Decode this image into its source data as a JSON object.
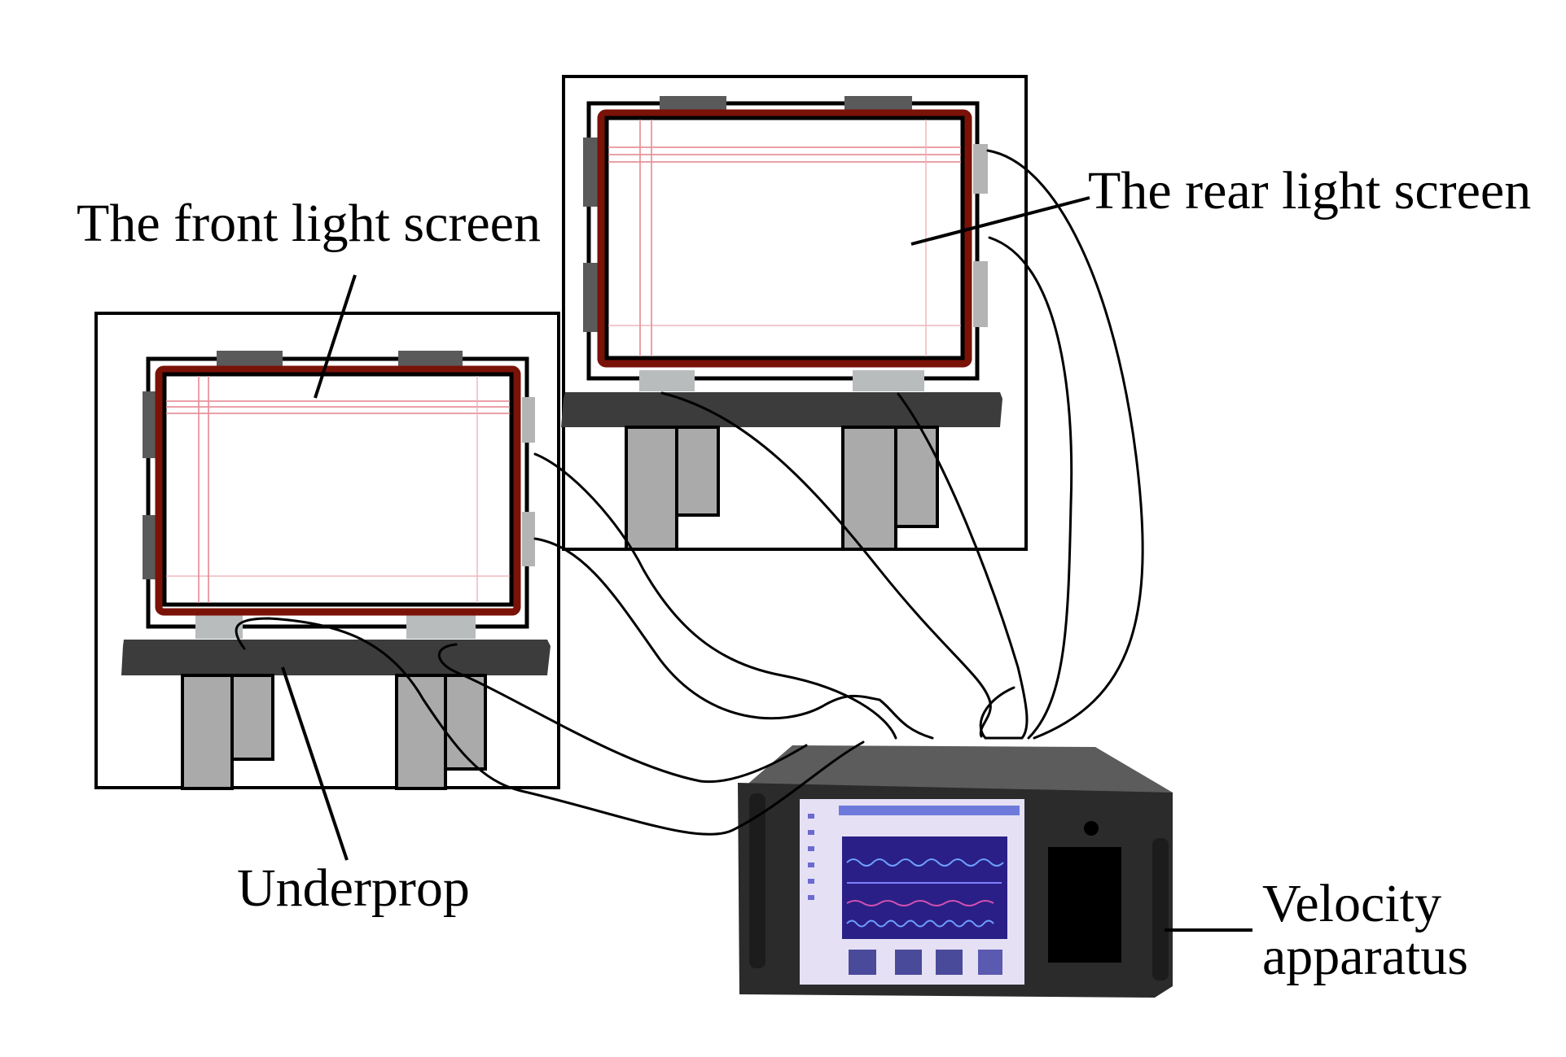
{
  "labels": {
    "front_screen": "The front light screen",
    "rear_screen": "The rear light screen",
    "underprop": "Underprop",
    "velocity_line1": "Velocity",
    "velocity_line2": "apparatus"
  },
  "colors": {
    "screen_border": "#7a1208",
    "crosshair": "#e8909a",
    "tab_dark": "#5a5a5a",
    "tab_light": "#b4b4b4",
    "beam": "#3c3c3c",
    "leg": "#aaaaaa",
    "apparatus_body": "#2b2b2b",
    "apparatus_top": "#5c5c5c",
    "display_bezel": "#e6e0f5",
    "display_plot": "#2a1f86",
    "apparatus_panel": "#000000"
  }
}
